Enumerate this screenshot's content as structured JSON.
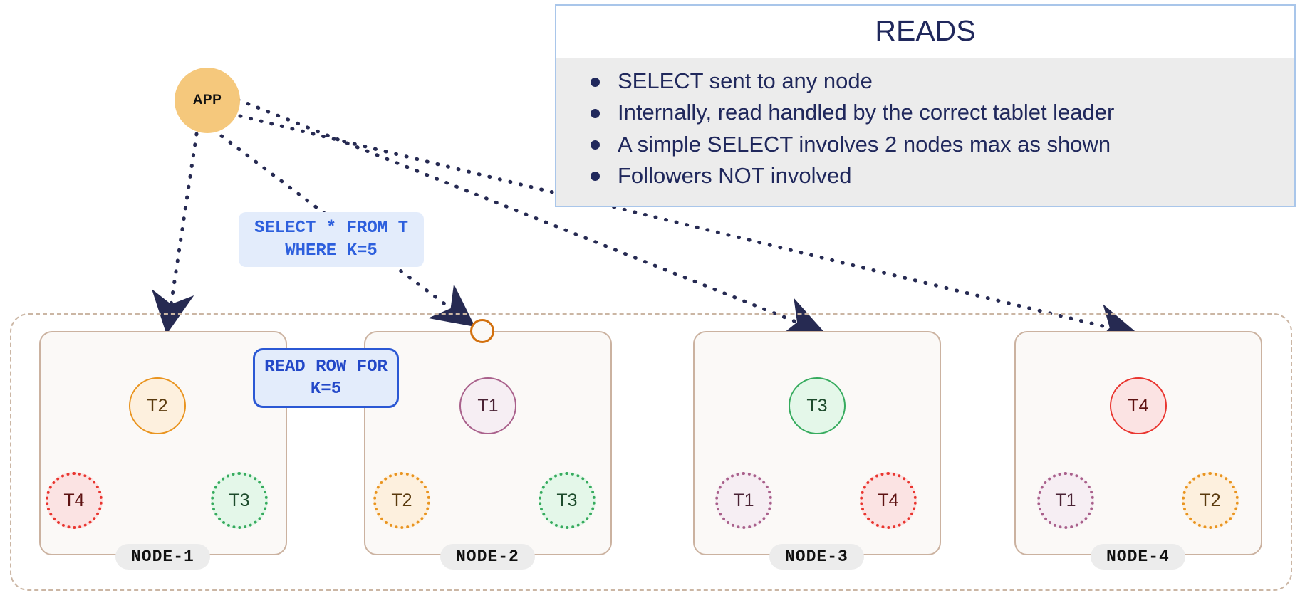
{
  "app": {
    "label": "APP"
  },
  "reads_panel": {
    "title": "READS",
    "bullets": [
      "SELECT sent to any node",
      "Internally, read handled by the correct tablet leader",
      "A simple SELECT involves 2 nodes max as shown",
      "Followers NOT involved"
    ]
  },
  "callouts": {
    "sql": "SELECT * FROM T WHERE K=5",
    "read_row": "READ ROW FOR K=5"
  },
  "nodes": [
    {
      "name": "NODE-1",
      "tablets": [
        {
          "label": "T2",
          "role": "leader",
          "color": "#e9941f"
        },
        {
          "label": "T4",
          "role": "follower",
          "color": "#e9352f"
        },
        {
          "label": "T3",
          "role": "follower",
          "color": "#36ab5e"
        }
      ]
    },
    {
      "name": "NODE-2",
      "tablets": [
        {
          "label": "T1",
          "role": "leader",
          "color": "#a9608b"
        },
        {
          "label": "T2",
          "role": "follower",
          "color": "#e9941f"
        },
        {
          "label": "T3",
          "role": "follower",
          "color": "#36ab5e"
        }
      ]
    },
    {
      "name": "NODE-3",
      "tablets": [
        {
          "label": "T3",
          "role": "leader",
          "color": "#36ab5e"
        },
        {
          "label": "T1",
          "role": "follower",
          "color": "#a9608b"
        },
        {
          "label": "T4",
          "role": "follower",
          "color": "#e9352f"
        }
      ]
    },
    {
      "name": "NODE-4",
      "tablets": [
        {
          "label": "T4",
          "role": "leader",
          "color": "#e9352f"
        },
        {
          "label": "T1",
          "role": "follower",
          "color": "#a9608b"
        },
        {
          "label": "T2",
          "role": "follower",
          "color": "#e9941f"
        }
      ]
    }
  ],
  "colors": {
    "app_fill": "#f5c87c",
    "arrow_dotted": "#262a52",
    "arrow_solid": "#5b8fe0",
    "callout_fill": "#e3ecfb",
    "callout_text": "#2d5fdd",
    "panel_border": "#a9c6ea",
    "panel_body": "#ececec",
    "panel_text": "#20285c",
    "node_border": "#cbb2a0",
    "cluster_border": "#cbb6a4"
  }
}
